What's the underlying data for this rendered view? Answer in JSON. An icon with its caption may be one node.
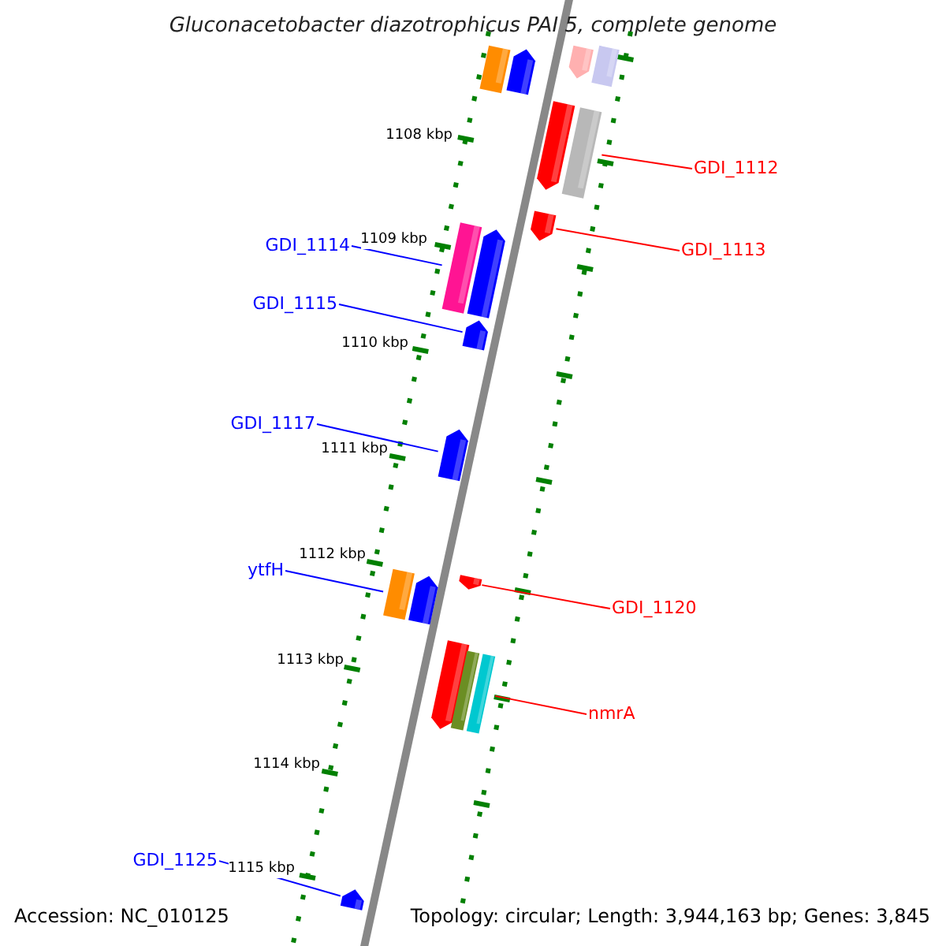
{
  "diagram": {
    "title": "Gluconacetobacter diazotrophicus PAI 5, complete genome",
    "nodes": [
      {
        "text": [],
        "shape": "bar"
      },
      {
        "text": [],
        "shape": "bar"
      },
      {
        "text": [],
        "shape": "bar"
      },
      {
        "text": [],
        "shape": "bar"
      },
      {
        "text": [],
        "shape": "bar"
      },
      {
        "text": [],
        "shape": "bar"
      },
      {
        "text": [
          "GDI_1112"
        ]
      },
      {
        "text": [],
        "shape": "bar"
      },
      {
        "text": [
          "GDI_1113"
        ]
      },
      {
        "text": [
          "GDI_1114"
        ]
      },
      {
        "text": [],
        "shape": "bar"
      },
      {
        "text": [],
        "shape": "bar"
      },
      {
        "text": [
          "GDI_1115"
        ]
      },
      {
        "text": [],
        "shape": "bar"
      },
      {
        "text": [
          "GDI_1117"
        ]
      },
      {
        "text": [],
        "shape": "bar"
      },
      {
        "text": [
          "ytfH"
        ]
      },
      {
        "text": [],
        "shape": "bar"
      },
      {
        "text": [],
        "shape": "bar"
      },
      {
        "text": [],
        "shape": "bar"
      },
      {
        "text": [
          "GDI_1120"
        ]
      },
      {
        "text": [],
        "shape": "bar"
      },
      {
        "text": [],
        "shape": "bar"
      },
      {
        "text": [],
        "shape": "bar"
      },
      {
        "text": [
          "nmrA"
        ]
      },
      {
        "text": [
          "GDI_1125"
        ]
      },
      {
        "text": [],
        "shape": "bar"
      }
    ],
    "edges": [
      {
        "from": 6,
        "to": 5,
        "arrow": "none",
        "color": "#ff0000"
      },
      {
        "from": 8,
        "to": 7,
        "arrow": "none",
        "color": "#ff0000"
      },
      {
        "from": 9,
        "to": 10,
        "arrow": "none"
      },
      {
        "from": 12,
        "to": 13,
        "arrow": "none"
      },
      {
        "from": 14,
        "to": 15,
        "arrow": "none"
      },
      {
        "from": 16,
        "to": 17,
        "arrow": "none"
      },
      {
        "from": 20,
        "to": 19,
        "arrow": "none",
        "color": "#ff0000"
      },
      {
        "from": 24,
        "to": 23,
        "arrow": "none",
        "color": "#ff0000"
      },
      {
        "from": 25,
        "to": 26,
        "arrow": "none"
      }
    ],
    "labels": [
      "1108 kbp",
      "1109 kbp",
      "1110 kbp",
      "1111 kbp",
      "1112 kbp",
      "1113 kbp",
      "1114 kbp",
      "1115 kbp",
      "Accession: NC_010125",
      "Topology: circular; Length: 3,944,163 bp; Genes: 3,845"
    ]
  }
}
